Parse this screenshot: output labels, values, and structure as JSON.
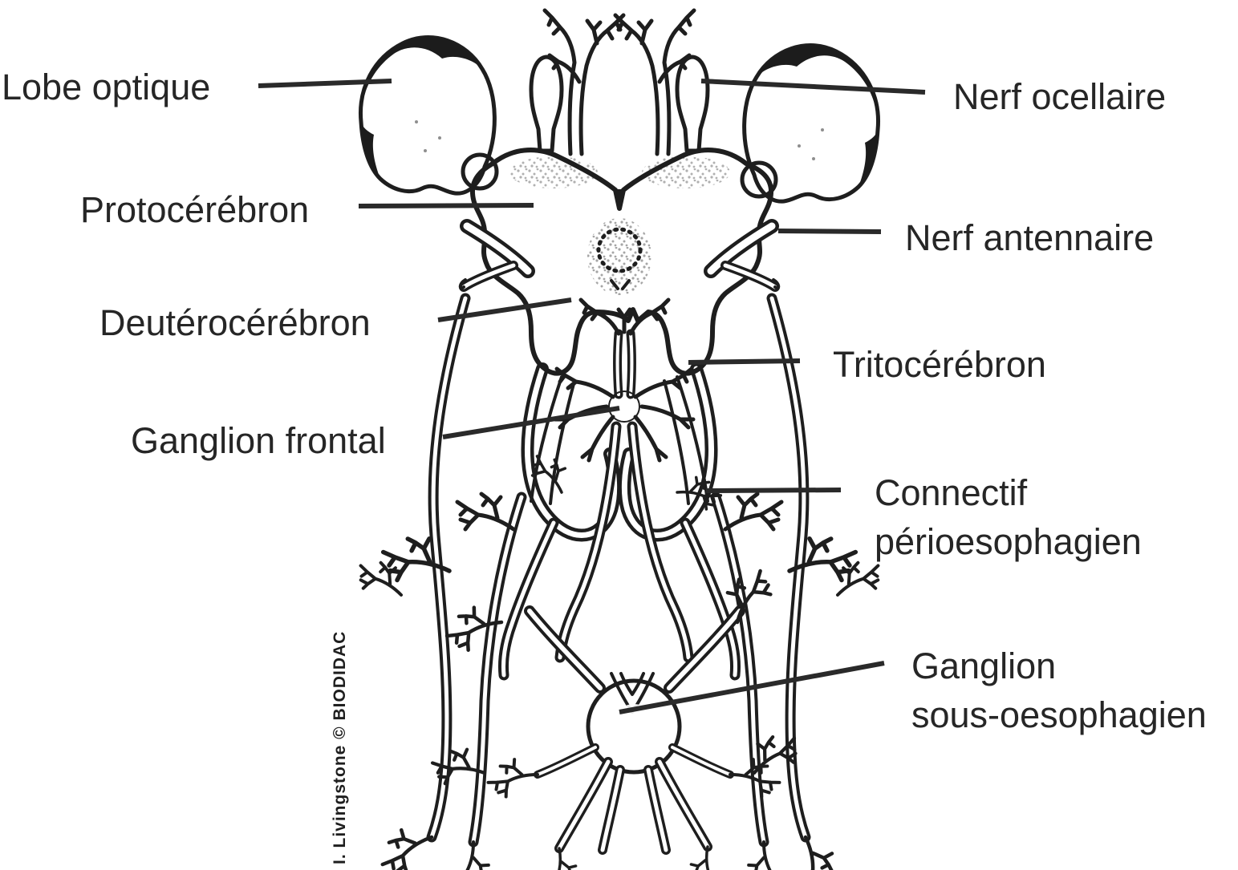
{
  "figure": {
    "background": "#ffffff",
    "ink": "#1e1e1e",
    "label_color": "#262626",
    "credit": "I. Livingstone © BIODIDAC",
    "labels": {
      "lobe_optique": "Lobe optique",
      "nerf_ocellaire": "Nerf ocellaire",
      "protocerebron": "Protocérébron",
      "nerf_antennaire": "Nerf antennaire",
      "deuterocerebron": "Deutérocérébron",
      "tritocerebron": "Tritocérébron",
      "ganglion_frontal": "Ganglion frontal",
      "connectif_perioesophagien": "Connectif\npérioesophagien",
      "ganglion_sous_oesophagien": "Ganglion\nsous-oesophagien"
    }
  }
}
